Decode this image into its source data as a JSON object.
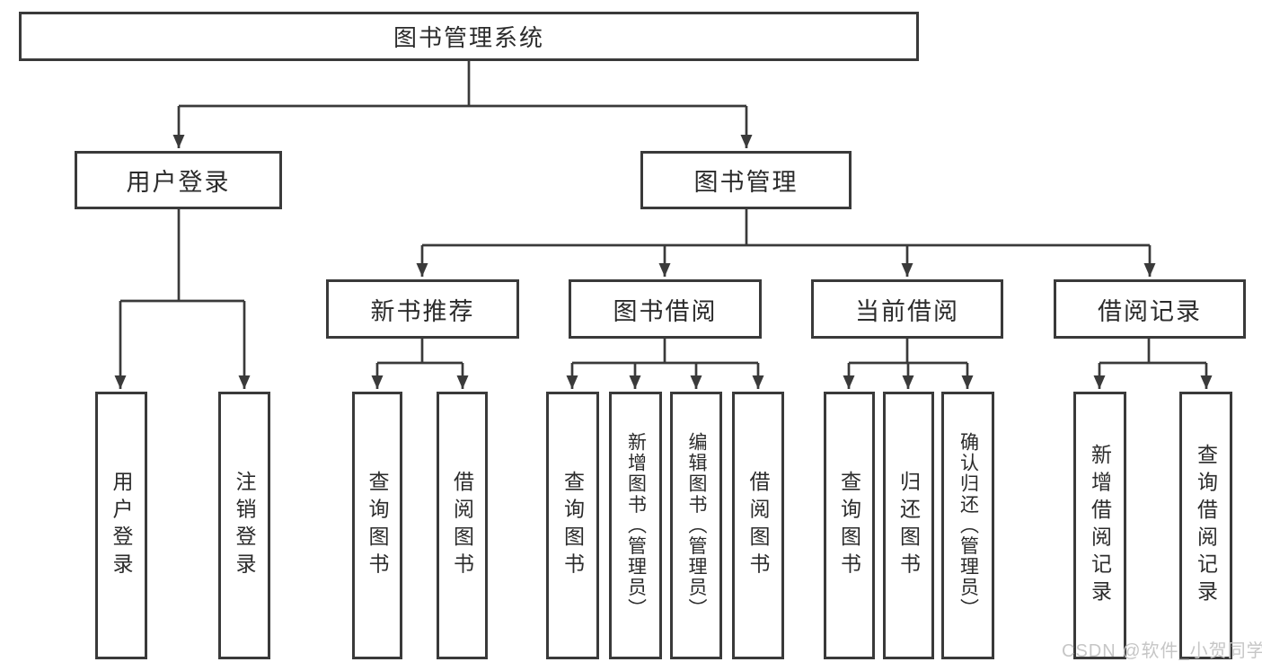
{
  "colors": {
    "line": "#3a3a3a",
    "text": "#2b2b2b",
    "background": "#ffffff",
    "watermark": "#c6c6c6"
  },
  "tree": {
    "root": {
      "label": "图书管理系统"
    },
    "level2": [
      {
        "label": "用户登录"
      },
      {
        "label": "图书管理"
      }
    ],
    "level3": [
      {
        "label": "新书推荐"
      },
      {
        "label": "图书借阅"
      },
      {
        "label": "当前借阅"
      },
      {
        "label": "借阅记录"
      }
    ],
    "leaves": {
      "user_login": [
        "用户登录",
        "注销登录"
      ],
      "new_book": [
        "查询图书",
        "借阅图书"
      ],
      "book_borrow": [
        "查询图书",
        "新增图书（管理员）",
        "编辑图书（管理员）",
        "借阅图书"
      ],
      "current_borrow": [
        "查询图书",
        "归还图书",
        "确认归还（管理员）"
      ],
      "borrow_record": [
        "新增借阅记录",
        "查询借阅记录"
      ]
    }
  },
  "watermark": "CSDN @软件_小贺同学"
}
